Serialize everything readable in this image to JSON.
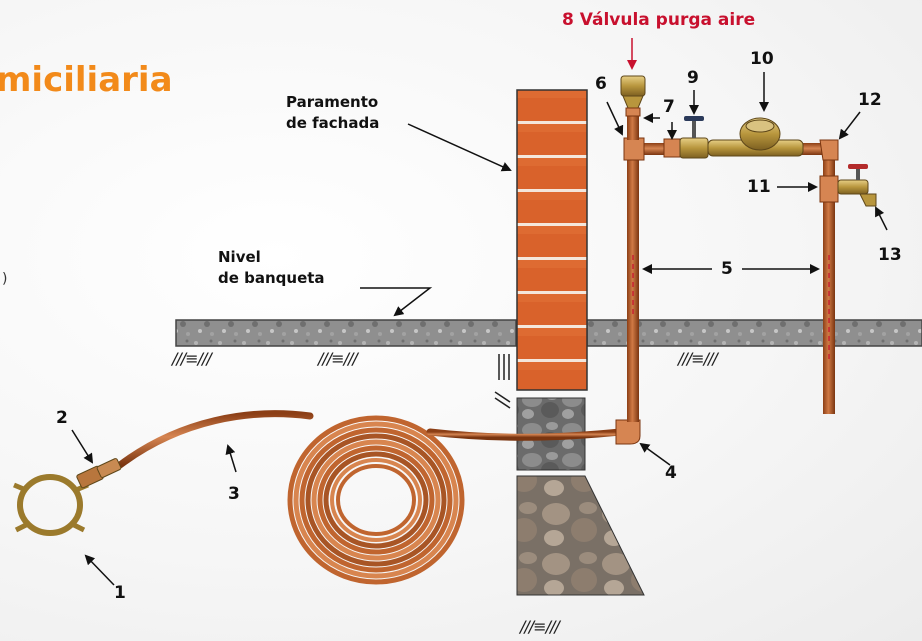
{
  "title_fragment": "miciliaria",
  "paren_fragment": ")",
  "labels": {
    "paramento_line1": "Paramento",
    "paramento_line2": "de fachada",
    "nivel_line1": "Nivel",
    "nivel_line2": "de banqueta",
    "valvula": "8 Válvula purga aire",
    "n1": "1",
    "n2": "2",
    "n3": "3",
    "n4": "4",
    "n5": "5",
    "n6": "6",
    "n7": "7",
    "n9": "9",
    "n10": "10",
    "n11": "11",
    "n12": "12",
    "n13": "13"
  },
  "ground_marks": {
    "sym": "///≡///",
    "vertical": "|||"
  },
  "colors": {
    "title": "#f28a1a",
    "highlight": "#c8102e",
    "brick": "#d9622b",
    "copper": "#c0652f",
    "sidewalk": "#8f8f8f",
    "stone": "#6f6f6f",
    "brass": "#b8963d"
  }
}
